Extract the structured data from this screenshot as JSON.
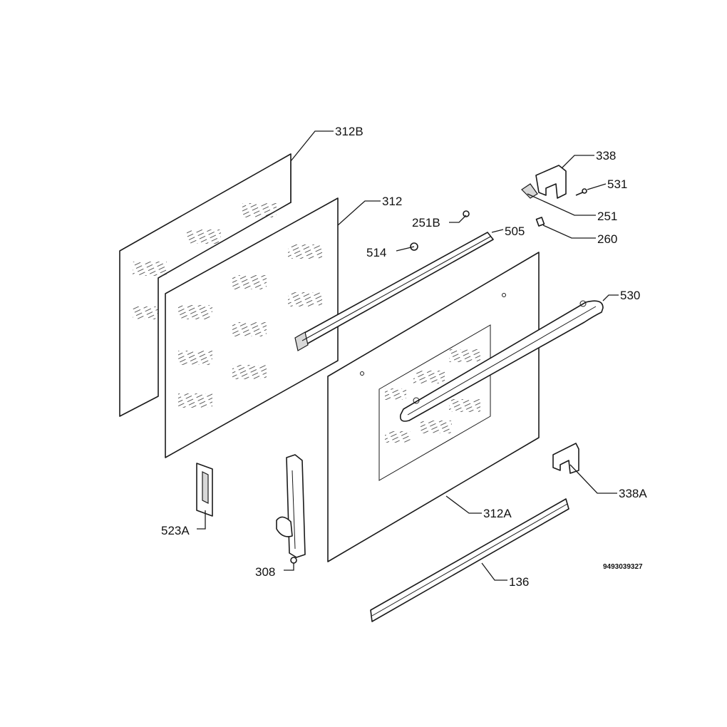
{
  "diagram": {
    "reference_number": "9493039327",
    "parts": [
      {
        "id": "p312B",
        "label": "312B"
      },
      {
        "id": "p312",
        "label": "312"
      },
      {
        "id": "p251B",
        "label": "251B"
      },
      {
        "id": "p505",
        "label": "505"
      },
      {
        "id": "p514",
        "label": "514"
      },
      {
        "id": "p338",
        "label": "338"
      },
      {
        "id": "p531",
        "label": "531"
      },
      {
        "id": "p251",
        "label": "251"
      },
      {
        "id": "p260",
        "label": "260"
      },
      {
        "id": "p530",
        "label": "530"
      },
      {
        "id": "p338A",
        "label": "338A"
      },
      {
        "id": "p312A",
        "label": "312A"
      },
      {
        "id": "p523A",
        "label": "523A"
      },
      {
        "id": "p308",
        "label": "308"
      },
      {
        "id": "p136",
        "label": "136"
      }
    ]
  }
}
